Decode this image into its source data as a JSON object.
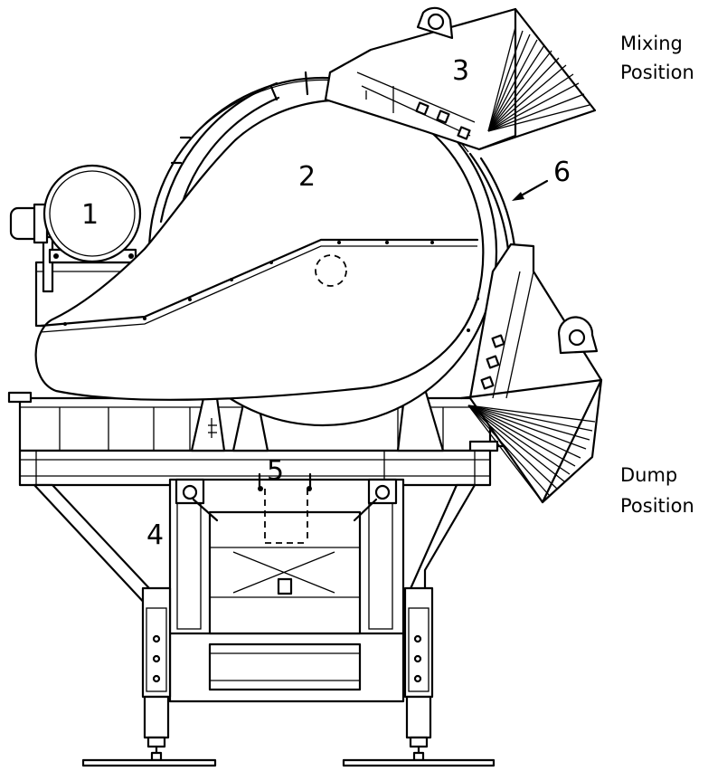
{
  "callouts": {
    "c1": "1",
    "c2": "2",
    "c3": "3",
    "c4": "4",
    "c5": "5",
    "c6": "6"
  },
  "positions": {
    "mixing_line1": "Mixing",
    "mixing_line2": "Position",
    "dump_line1": "Dump",
    "dump_line2": "Position"
  }
}
